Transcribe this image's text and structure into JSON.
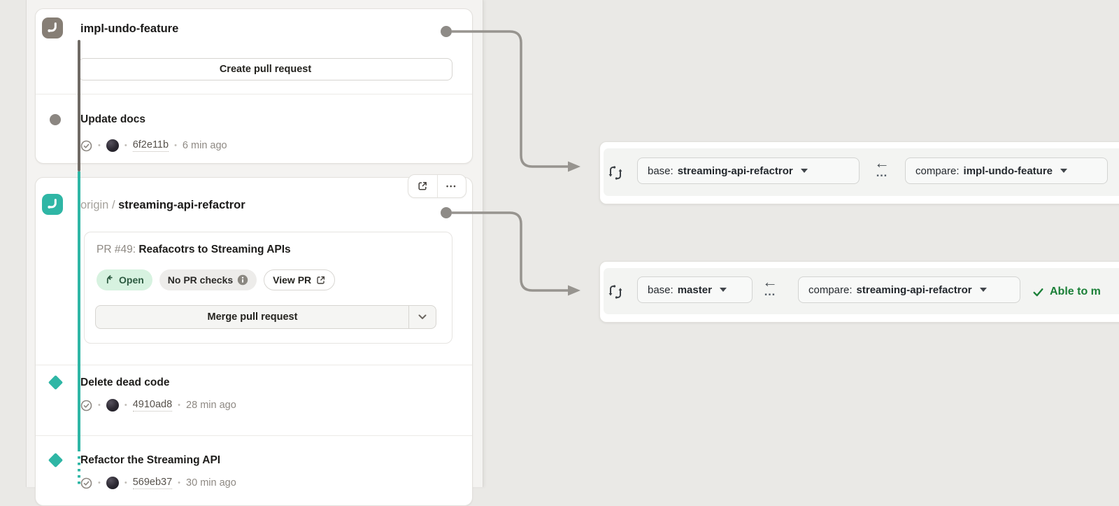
{
  "colors": {
    "accent_teal": "#2fb6a5",
    "branch_icon_gray": "#867e75",
    "success_green": "#1a7f37",
    "open_badge_bg": "#d7f2e0",
    "canvas_bg": "#eae9e6",
    "lane_bg": "#f4f3f1",
    "arrow_gray": "#97948f"
  },
  "icons": {
    "ellipsis": "•••",
    "swap_arrow": "←",
    "swap_dots": "…",
    "meta_separator": "•"
  },
  "branch_lane": {
    "branches": [
      {
        "name": "impl-undo-feature",
        "create_pr_label": "Create pull request",
        "commits": [
          {
            "title": "Update docs",
            "hash": "6f2e11b",
            "time": "6 min ago"
          }
        ]
      },
      {
        "remote": "origin /",
        "name": "streaming-api-refactror",
        "pr_card": {
          "number_label": "PR #49:",
          "title": "Reafacotrs to Streaming APIs",
          "status_badge": "Open",
          "checks_badge": "No PR checks",
          "view_pr_label": "View PR",
          "merge_button_label": "Merge pull request"
        },
        "commits": [
          {
            "title": "Delete dead code",
            "hash": "4910ad8",
            "time": "28 min ago"
          },
          {
            "title": "Refactor the Streaming API",
            "hash": "569eb37",
            "time": "30 min ago"
          }
        ]
      }
    ]
  },
  "compare_bars": [
    {
      "base_label": "base:",
      "base_value": "streaming-api-refactror",
      "compare_label": "compare:",
      "compare_value": "impl-undo-feature"
    },
    {
      "base_label": "base:",
      "base_value": "master",
      "compare_label": "compare:",
      "compare_value": "streaming-api-refactror",
      "merge_status": "Able to m"
    }
  ]
}
